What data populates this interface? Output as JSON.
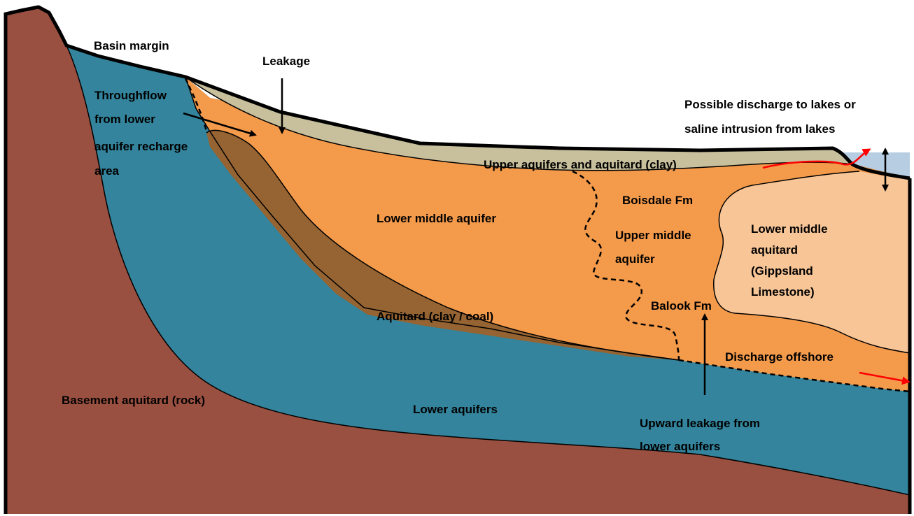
{
  "diagram": {
    "colors": {
      "basement": "#9a5040",
      "lower_aquifers": "#33849c",
      "aquitard": "#956432",
      "lower_middle_aquifer": "#f49a4b",
      "lower_middle_aquitard": "#f8c597",
      "upper_clay": "#c8c09d",
      "lake": "#b7cde2",
      "arrow_red": "#ff0000"
    },
    "labels": {
      "basin_margin": "Basin margin",
      "leakage": "Leakage",
      "throughflow_1": "Throughflow",
      "throughflow_2": "from lower",
      "throughflow_3": "aquifer recharge",
      "throughflow_4": "area",
      "possible_discharge_1": "Possible discharge to lakes or",
      "possible_discharge_2": "saline intrusion from lakes",
      "upper_aquifers": "Upper aquifers and aquitard (clay)",
      "boisdale": "Boisdale Fm",
      "lower_middle_aquifer": "Lower middle aquifer",
      "upper_middle_1": "Upper middle",
      "upper_middle_2": "aquifer",
      "lower_middle_aquitard_1": "Lower middle",
      "lower_middle_aquitard_2": "aquitard",
      "lower_middle_aquitard_3": "(Gippsland",
      "lower_middle_aquitard_4": "Limestone)",
      "balook": "Balook Fm",
      "aquitard_clay_coal": "Aquitard (clay / coal)",
      "discharge_offshore": "Discharge offshore",
      "basement_aquitard": "Basement aquitard (rock)",
      "lower_aquifers": "Lower aquifers",
      "upward_leakage_1": "Upward leakage from",
      "upward_leakage_2": "lower aquifers"
    }
  }
}
